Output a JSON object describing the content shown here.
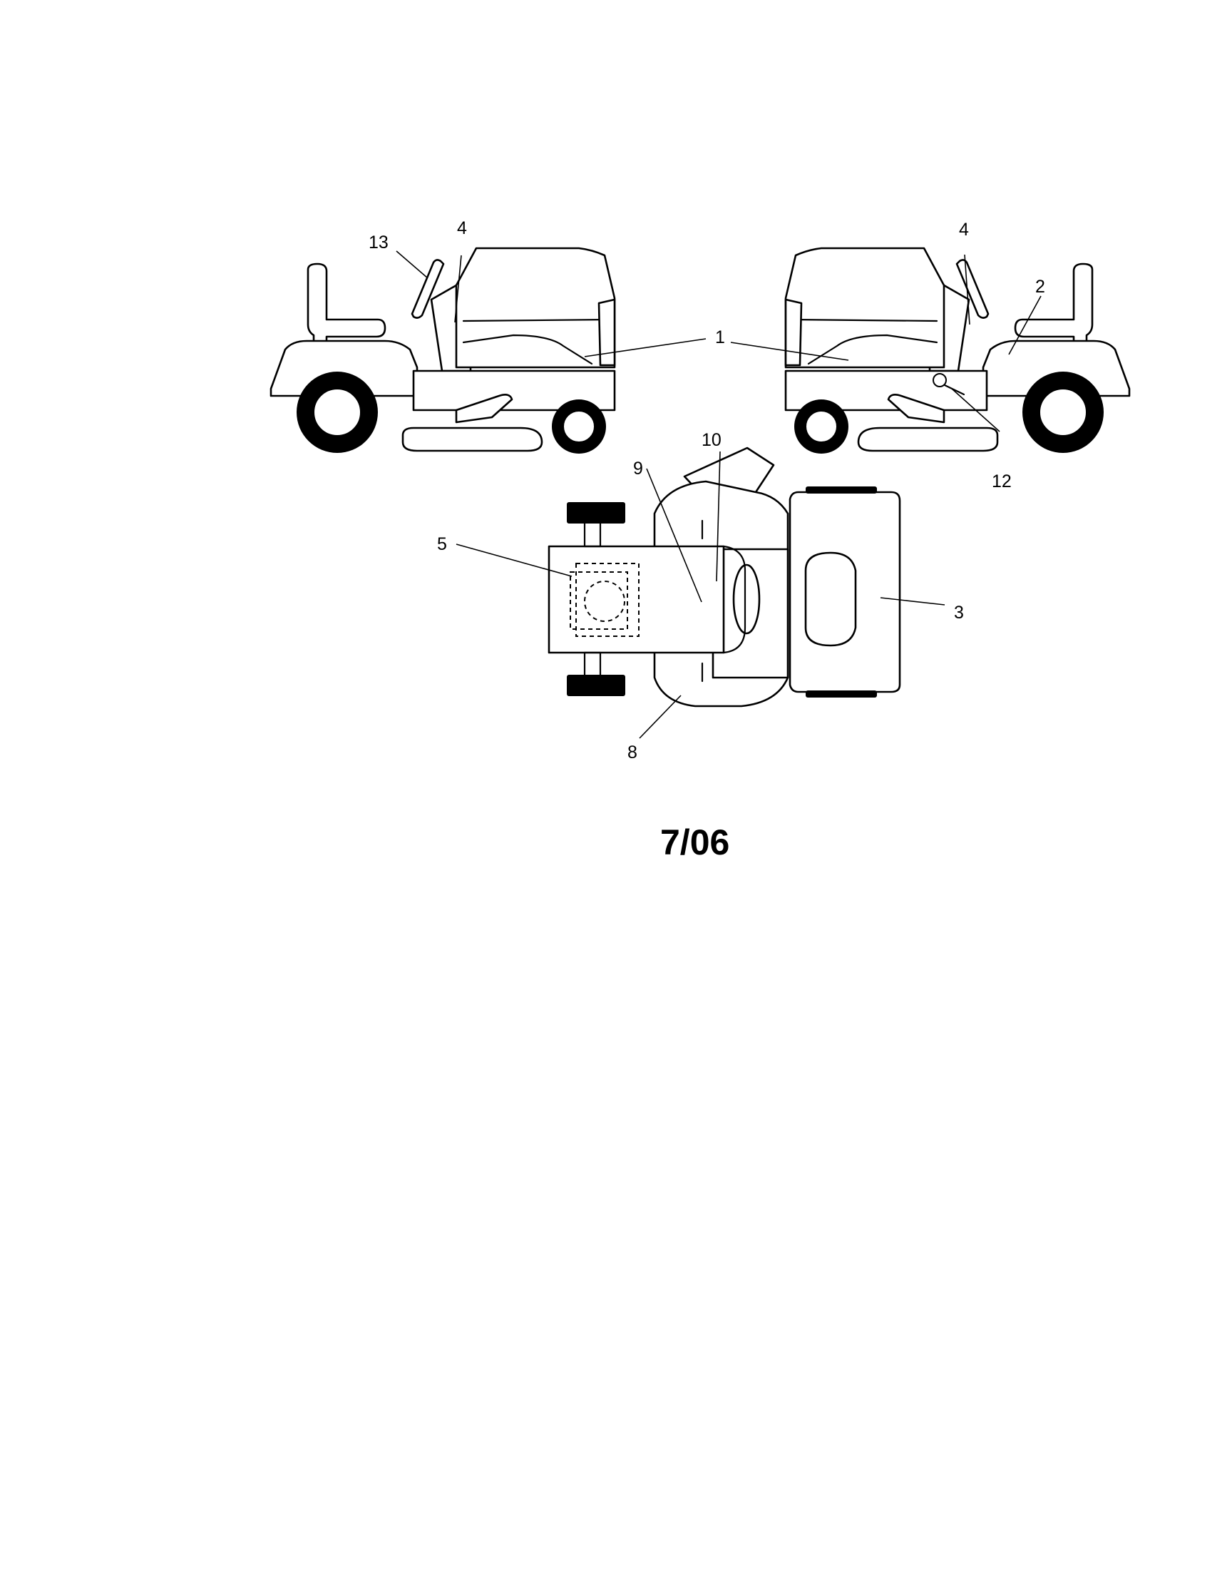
{
  "callouts": {
    "c1": "1",
    "c2": "2",
    "c3": "3",
    "c4_left": "4",
    "c4_right": "4",
    "c5": "5",
    "c8": "8",
    "c9": "9",
    "c10": "10",
    "c12": "12",
    "c13": "13"
  },
  "footer": {
    "date_code": "7/06"
  }
}
